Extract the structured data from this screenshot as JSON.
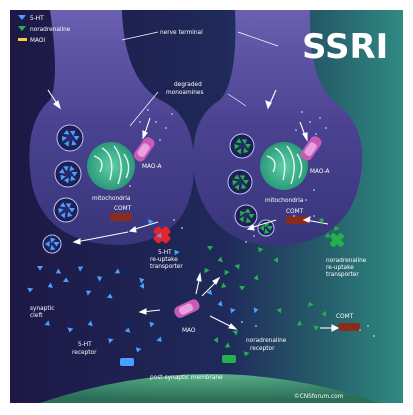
{
  "title": "SSRI",
  "legend": [
    {
      "label": "5-HT",
      "color": "#4aa0ff",
      "shape": "triangle"
    },
    {
      "label": "noradrenaline",
      "color": "#22b14c",
      "shape": "triangle"
    },
    {
      "label": "MAOI",
      "color": "#f2d13a",
      "shape": "bar"
    }
  ],
  "labels": {
    "nerve_terminal": "nerve terminal",
    "degraded_1": "degraded",
    "degraded_2": "monoamines",
    "mao_a_left": "MAO-A",
    "mao_a_right": "MAO-A",
    "mito_left": "mitochondria",
    "mito_right": "mitochondria",
    "comt_left": "COMT",
    "comt_right": "COMT",
    "comt_cleft": "COMT",
    "sht_transporter_1": "5-HT",
    "sht_transporter_2": "re-uptake",
    "sht_transporter_3": "transporter",
    "na_transporter_1": "noradrenaline",
    "na_transporter_2": "re-uptake",
    "na_transporter_3": "transporter",
    "synaptic_1": "synaptic",
    "synaptic_2": "cleft",
    "mao": "MAO",
    "sht_receptor_1": "5-HT",
    "sht_receptor_2": "receptor",
    "na_receptor_1": "noradrenaline",
    "na_receptor_2": "receptor",
    "membrane": "post-synaptic membrane",
    "copyright": "©CNSforum.com"
  },
  "colors": {
    "bg_dark": "#1c1a4a",
    "terminal": "#4a4290",
    "teal": "#2c7c78",
    "mito": "#2fa68a",
    "mao_enzyme": "#c85ab8",
    "comt": "#8a2b1e",
    "membrane": "#3e8c6a",
    "block": "#e8242a"
  }
}
